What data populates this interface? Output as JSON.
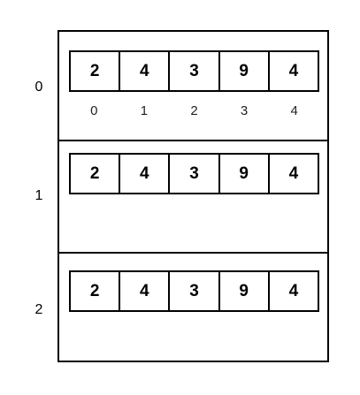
{
  "rows": [
    {
      "label": "0",
      "cells": [
        "2",
        "4",
        "3",
        "9",
        "4"
      ]
    },
    {
      "label": "1",
      "cells": [
        "2",
        "4",
        "3",
        "9",
        "4"
      ]
    },
    {
      "label": "2",
      "cells": [
        "2",
        "4",
        "3",
        "9",
        "4"
      ]
    }
  ],
  "indices": [
    "0",
    "1",
    "2",
    "3",
    "4"
  ]
}
